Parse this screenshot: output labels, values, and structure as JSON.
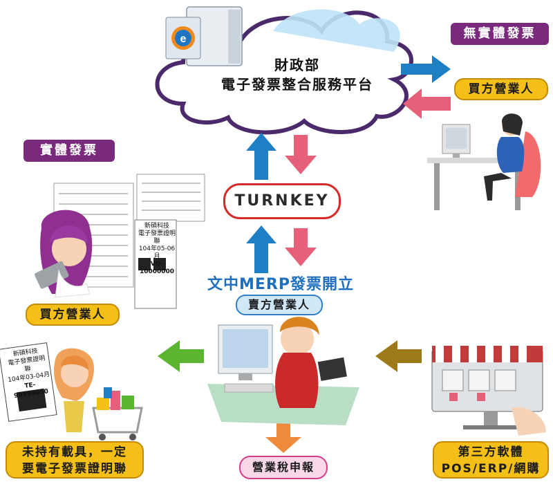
{
  "cloud": {
    "line1": "財政部",
    "line2": "電子發票整合服務平台"
  },
  "tags": {
    "no_physical": "無實體發票",
    "physical": "實體發票"
  },
  "turnkey": "TURNKEY",
  "merp": "文中MERP發票開立",
  "labels": {
    "buyer_right": "買方營業人",
    "buyer_left": "買方營業人",
    "seller": "賣方營業人",
    "no_carrier_line1": "未持有載具，一定",
    "no_carrier_line2": "要電子發票證明聯",
    "third_party_line1": "第三方軟體",
    "third_party_line2": "POS/ERP/網購",
    "tax": "營業稅申報"
  },
  "receipts": {
    "left": {
      "company": "新碩科技",
      "title": "電子發票證明聯",
      "period": "104年03-04月",
      "number": "TE-99999050"
    },
    "center": {
      "company": "新碩科技",
      "title": "電子發票證明聯",
      "period": "104年05-06月",
      "number": "VQ-10000000"
    }
  },
  "colors": {
    "purple": "#7a2a7c",
    "yellow": "#f4c018",
    "blue_arrow": "#1f7fc4",
    "pink_arrow": "#e6607a",
    "green_arrow": "#5cb531",
    "olive_arrow": "#9c7a1a",
    "orange_arrow": "#ee8a3a",
    "turnkey_border": "#d62a2a"
  },
  "icons": [
    "server-icon",
    "cloud-icon",
    "computer-icon",
    "shop-icon",
    "shopping-cart-icon"
  ]
}
